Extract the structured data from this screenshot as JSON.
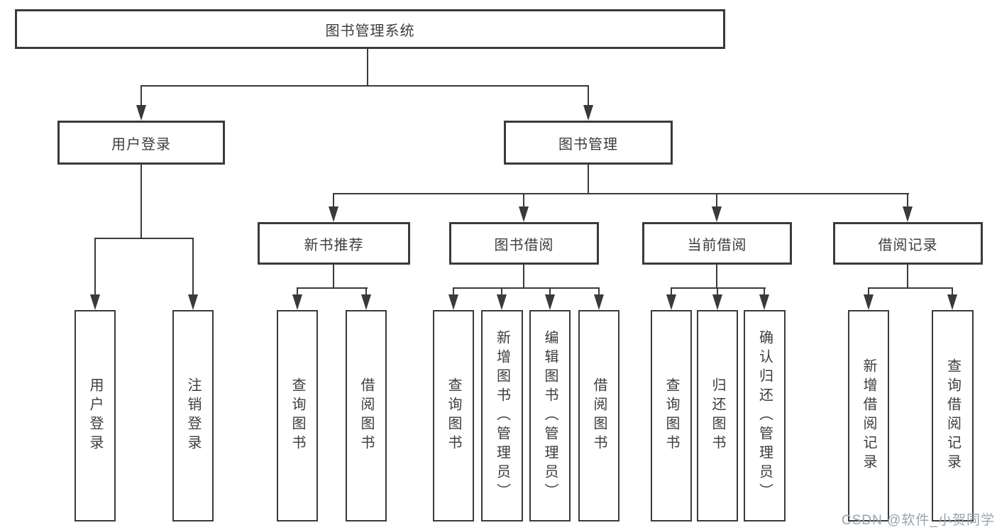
{
  "colors": {
    "line": "#3a3a3a",
    "box_border": "#3a3a3a",
    "text": "#3d3d3d",
    "background": "#ffffff",
    "watermark": "#9aa3ab"
  },
  "watermark": {
    "text": "CSDN @软件_小贺同学"
  },
  "tree": {
    "root": {
      "label": "图书管理系统"
    },
    "level2": [
      {
        "label": "用户登录"
      },
      {
        "label": "图书管理"
      }
    ],
    "level3": [
      {
        "label": "新书推荐"
      },
      {
        "label": "图书借阅"
      },
      {
        "label": "当前借阅"
      },
      {
        "label": "借阅记录"
      }
    ],
    "leaves": {
      "user_login": [
        {
          "label": "用户登录"
        },
        {
          "label": "注销登录"
        }
      ],
      "new_book": [
        {
          "label": "查询图书"
        },
        {
          "label": "借阅图书"
        }
      ],
      "borrow": [
        {
          "label": "查询图书"
        },
        {
          "label": "新增图书（管理员）"
        },
        {
          "label": "编辑图书（管理员）"
        },
        {
          "label": "借阅图书"
        }
      ],
      "current": [
        {
          "label": "查询图书"
        },
        {
          "label": "归还图书"
        },
        {
          "label": "确认归还（管理员）"
        }
      ],
      "records": [
        {
          "label": "新增借阅记录"
        },
        {
          "label": "查询借阅记录"
        }
      ]
    }
  }
}
